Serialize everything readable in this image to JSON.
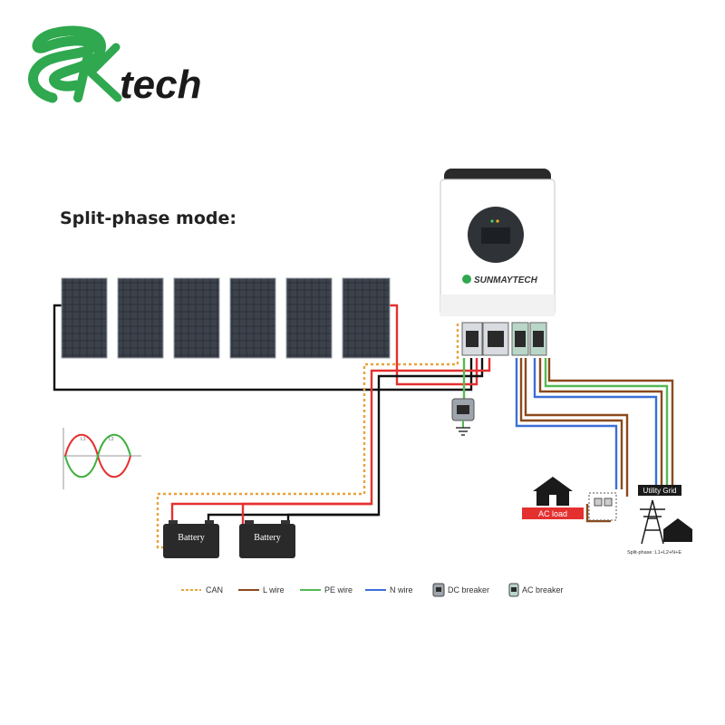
{
  "logo": {
    "brand_tech": "tech"
  },
  "diagram": {
    "title": "Split-phase mode:",
    "inverter_brand": "SUNMAYTECH",
    "batteries": [
      "Battery",
      "Battery"
    ],
    "ac_load_label": "AC load",
    "utility_grid_label": "Utility Grid",
    "split_phase_caption": "Split-phase :L1+L2+N+E",
    "waveform": {
      "l1": "L1",
      "l2": "L2"
    }
  },
  "colors": {
    "can": "#e8a33c",
    "l_wire": "#8b4a1c",
    "pe_wire": "#55b955",
    "n_wire": "#3b6fd6",
    "dc_red": "#e53030",
    "dc_black": "#111111",
    "brand_green": "#2fa84f",
    "ac_load_bg": "#e53030"
  },
  "legend": [
    {
      "label": "CAN",
      "icon": "dashed-line"
    },
    {
      "label": "L wire",
      "icon": "brown-line"
    },
    {
      "label": "PE wire",
      "icon": "green-line"
    },
    {
      "label": "N wire",
      "icon": "blue-line"
    },
    {
      "label": "DC breaker",
      "icon": "dc-breaker-icon"
    },
    {
      "label": "AC breaker",
      "icon": "ac-breaker-icon"
    }
  ]
}
